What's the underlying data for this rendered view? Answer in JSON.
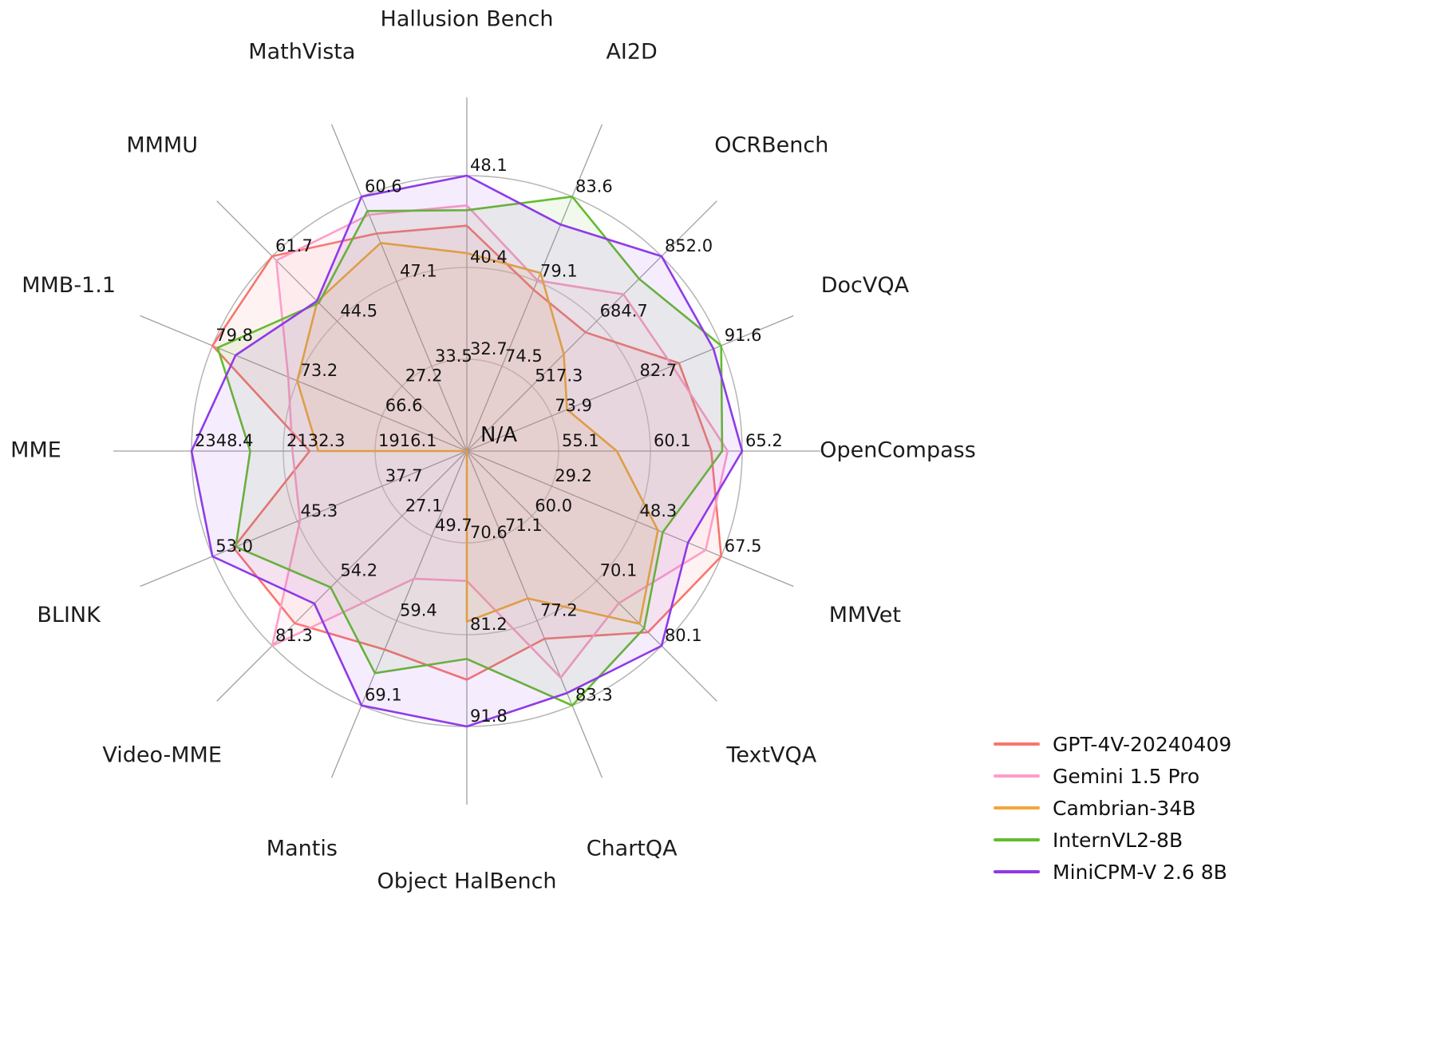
{
  "chart_data": {
    "type": "radar",
    "center_label": "N/A",
    "ring_fractions": [
      0.3333,
      0.6667,
      1.0
    ],
    "axes": [
      {
        "label": "Hallusion Bench",
        "ring_labels": [
          "32.7",
          "40.4",
          "48.1"
        ]
      },
      {
        "label": "AI2D",
        "ring_labels": [
          "74.5",
          "79.1",
          "83.6"
        ]
      },
      {
        "label": "OCRBench",
        "ring_labels": [
          "517.3",
          "684.7",
          "852.0"
        ]
      },
      {
        "label": "DocVQA",
        "ring_labels": [
          "73.9",
          "82.7",
          "91.6"
        ]
      },
      {
        "label": "OpenCompass",
        "ring_labels": [
          "55.1",
          "60.1",
          "65.2"
        ]
      },
      {
        "label": "MMVet",
        "ring_labels": [
          "29.2",
          "48.3",
          "67.5"
        ]
      },
      {
        "label": "TextVQA",
        "ring_labels": [
          "60.0",
          "70.1",
          "80.1"
        ]
      },
      {
        "label": "ChartQA",
        "ring_labels": [
          "71.1",
          "77.2",
          "83.3"
        ]
      },
      {
        "label": "Object HalBench",
        "ring_labels": [
          "70.6",
          "81.2",
          "91.8"
        ]
      },
      {
        "label": "Mantis",
        "ring_labels": [
          "49.7",
          "59.4",
          "69.1"
        ]
      },
      {
        "label": "Video-MME",
        "ring_labels": [
          "27.1",
          "54.2",
          "81.3"
        ]
      },
      {
        "label": "BLINK",
        "ring_labels": [
          "37.7",
          "45.3",
          "53.0"
        ]
      },
      {
        "label": "MME",
        "ring_labels": [
          "1916.1",
          "2132.3",
          "2348.4"
        ]
      },
      {
        "label": "MMB-1.1",
        "ring_labels": [
          "66.6",
          "73.2",
          "79.8"
        ]
      },
      {
        "label": "MMMU",
        "ring_labels": [
          "27.2",
          "44.5",
          "61.7"
        ]
      },
      {
        "label": "MathVista",
        "ring_labels": [
          "33.5",
          "47.1",
          "60.6"
        ]
      }
    ],
    "series": [
      {
        "name": "GPT-4V-20240409",
        "color": "#f8766d",
        "values": [
          43.9,
          78.6,
          656.0,
          87.2,
          63.5,
          67.5,
          78.0,
          78.5,
          86.4,
          62.7,
          71.9,
          51.1,
          2070.2,
          79.8,
          61.7,
          54.7
        ]
      },
      {
        "name": "Gemini 1.5 Pro",
        "color": "#fe9ec6",
        "values": [
          45.6,
          79.1,
          754.0,
          86.5,
          64.4,
          64.0,
          73.5,
          81.3,
          75.0,
          54.6,
          81.3,
          45.1,
          2110.6,
          73.9,
          60.6,
          57.7
        ]
      },
      {
        "name": "Cambrian-34B",
        "color": "#f3a73c",
        "values": [
          41.6,
          79.5,
          600.0,
          75.5,
          58.3,
          53.2,
          76.7,
          75.6,
          79.7,
          null,
          null,
          null,
          2049.9,
          73.2,
          49.7,
          53.2
        ]
      },
      {
        "name": "InternVL2-8B",
        "color": "#64bc2f",
        "values": [
          45.2,
          83.6,
          794.0,
          91.6,
          64.1,
          54.3,
          77.4,
          83.3,
          84.0,
          65.4,
          56.9,
          50.9,
          2210.3,
          79.4,
          49.3,
          58.3
        ]
      },
      {
        "name": "MiniCPM-V 2.6 8B",
        "color": "#8f3ae8",
        "values": [
          48.1,
          82.1,
          852.0,
          90.8,
          65.2,
          60.0,
          80.1,
          82.4,
          91.8,
          69.1,
          63.7,
          53.0,
          2348.4,
          78.0,
          49.8,
          60.6
        ]
      }
    ],
    "legend_position": "bottom-right",
    "grid": true
  }
}
